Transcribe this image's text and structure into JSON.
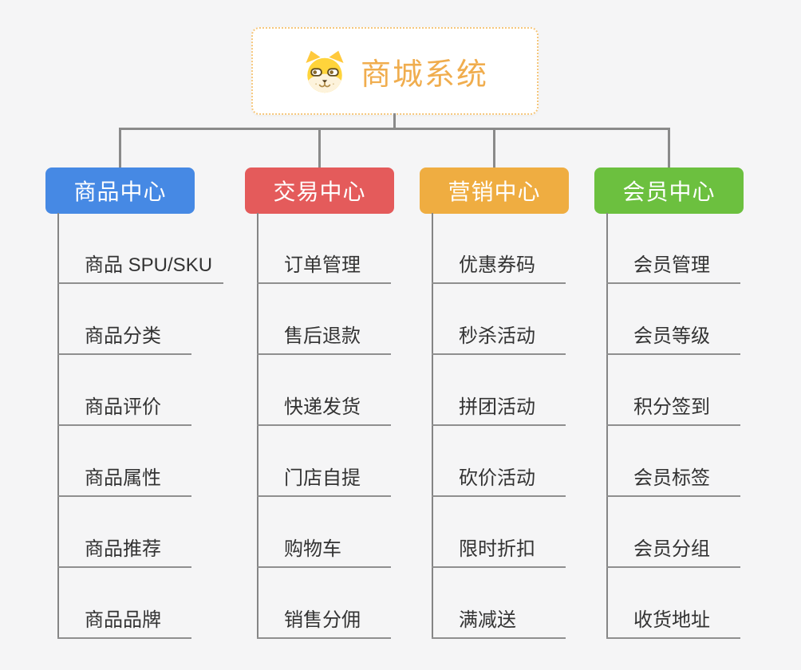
{
  "page": {
    "background": "#f5f5f6",
    "connector_color": "#8a8a8a"
  },
  "root": {
    "title": "商城系统",
    "icon": "dog-face-icon",
    "title_color": "#f0ad4e",
    "border_color": "#f6c77c"
  },
  "branches": [
    {
      "label": "商品中心",
      "color": "#4689e4",
      "items": [
        "商品 SPU/SKU",
        "商品分类",
        "商品评价",
        "商品属性",
        "商品推荐",
        "商品品牌"
      ]
    },
    {
      "label": "交易中心",
      "color": "#e45b5b",
      "items": [
        "订单管理",
        "售后退款",
        "快递发货",
        "门店自提",
        "购物车",
        "销售分佣"
      ]
    },
    {
      "label": "营销中心",
      "color": "#efad41",
      "items": [
        "优惠券码",
        "秒杀活动",
        "拼团活动",
        "砍价活动",
        "限时折扣",
        "满减送"
      ]
    },
    {
      "label": "会员中心",
      "color": "#6cc03f",
      "items": [
        "会员管理",
        "会员等级",
        "积分签到",
        "会员标签",
        "会员分组",
        "收货地址"
      ]
    }
  ]
}
